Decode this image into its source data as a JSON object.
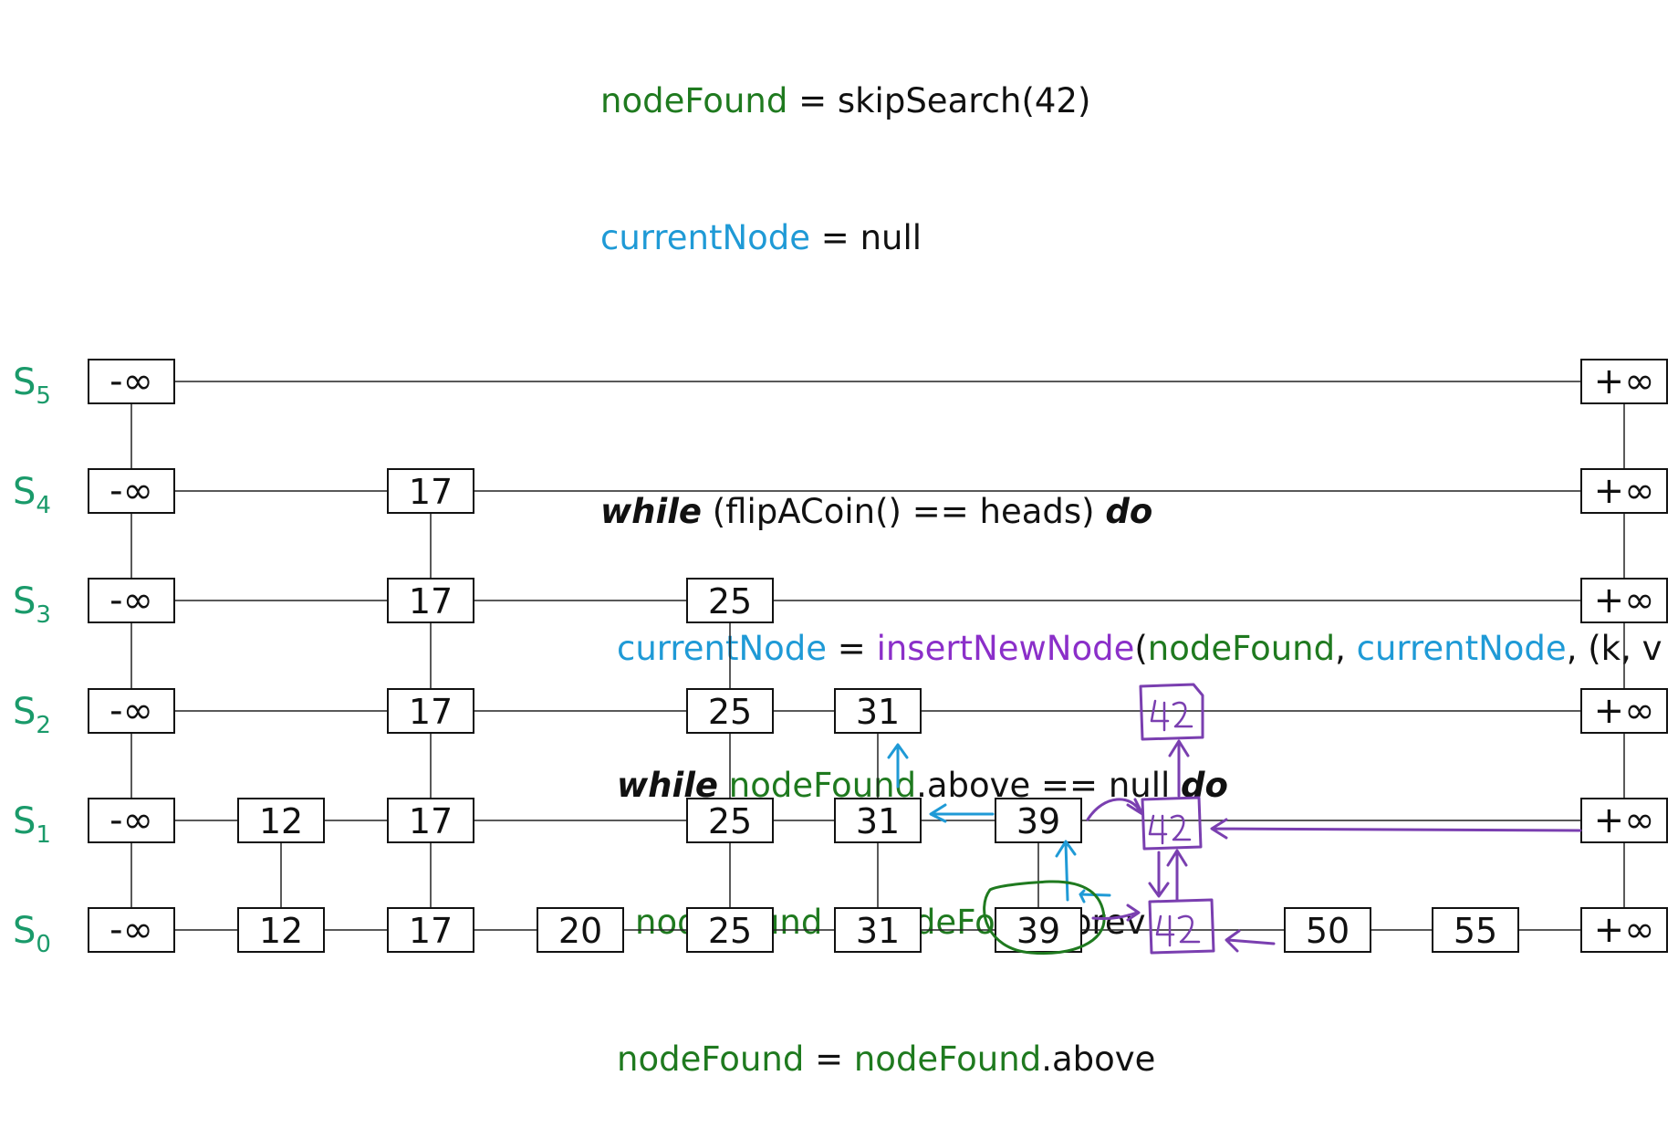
{
  "code": {
    "line1": {
      "var": "nodeFound",
      "rest": " = skipSearch(42)"
    },
    "line2": {
      "var": "currentNode",
      "rest": " = null"
    },
    "line3": {
      "kw1": "while",
      "mid": " (flipACoin() == heads) ",
      "kw2": "do"
    },
    "line4": {
      "var": "currentNode",
      "eq": " = ",
      "fn": "insertNewNode",
      "open": "(",
      "a1": "nodeFound",
      "c1": ", ",
      "a2": "currentNode",
      "tail": ", (k, v"
    },
    "line5": {
      "kw1": "while",
      "sp": " ",
      "var": "nodeFound",
      "mid": ".above == null ",
      "kw2": "do"
    },
    "line6": {
      "var1": "nodeFound",
      "eq": " = ",
      "var2": "nodeFound",
      "tail": ".prev"
    },
    "line7": {
      "var1": "nodeFound",
      "eq": " = ",
      "var2": "nodeFound",
      "tail": ".above"
    }
  },
  "levels": [
    {
      "name": "S",
      "sub": "5",
      "keys": [
        "-∞",
        "+∞"
      ]
    },
    {
      "name": "S",
      "sub": "4",
      "keys": [
        "-∞",
        "17",
        "+∞"
      ]
    },
    {
      "name": "S",
      "sub": "3",
      "keys": [
        "-∞",
        "17",
        "25",
        "+∞"
      ]
    },
    {
      "name": "S",
      "sub": "2",
      "keys": [
        "-∞",
        "17",
        "25",
        "31",
        "+∞"
      ]
    },
    {
      "name": "S",
      "sub": "1",
      "keys": [
        "-∞",
        "12",
        "17",
        "25",
        "31",
        "39",
        "+∞"
      ]
    },
    {
      "name": "S",
      "sub": "0",
      "keys": [
        "-∞",
        "12",
        "17",
        "20",
        "25",
        "31",
        "39",
        "50",
        "55",
        "+∞"
      ]
    }
  ],
  "annotations": {
    "inserted_key": "42",
    "levels_inserted": [
      "S0",
      "S1",
      "S2"
    ],
    "colors": {
      "green": "#1f7a1f",
      "blue": "#1f9ad6",
      "purple": "#7a3fb0",
      "level_label": "#1a9a6a"
    }
  }
}
